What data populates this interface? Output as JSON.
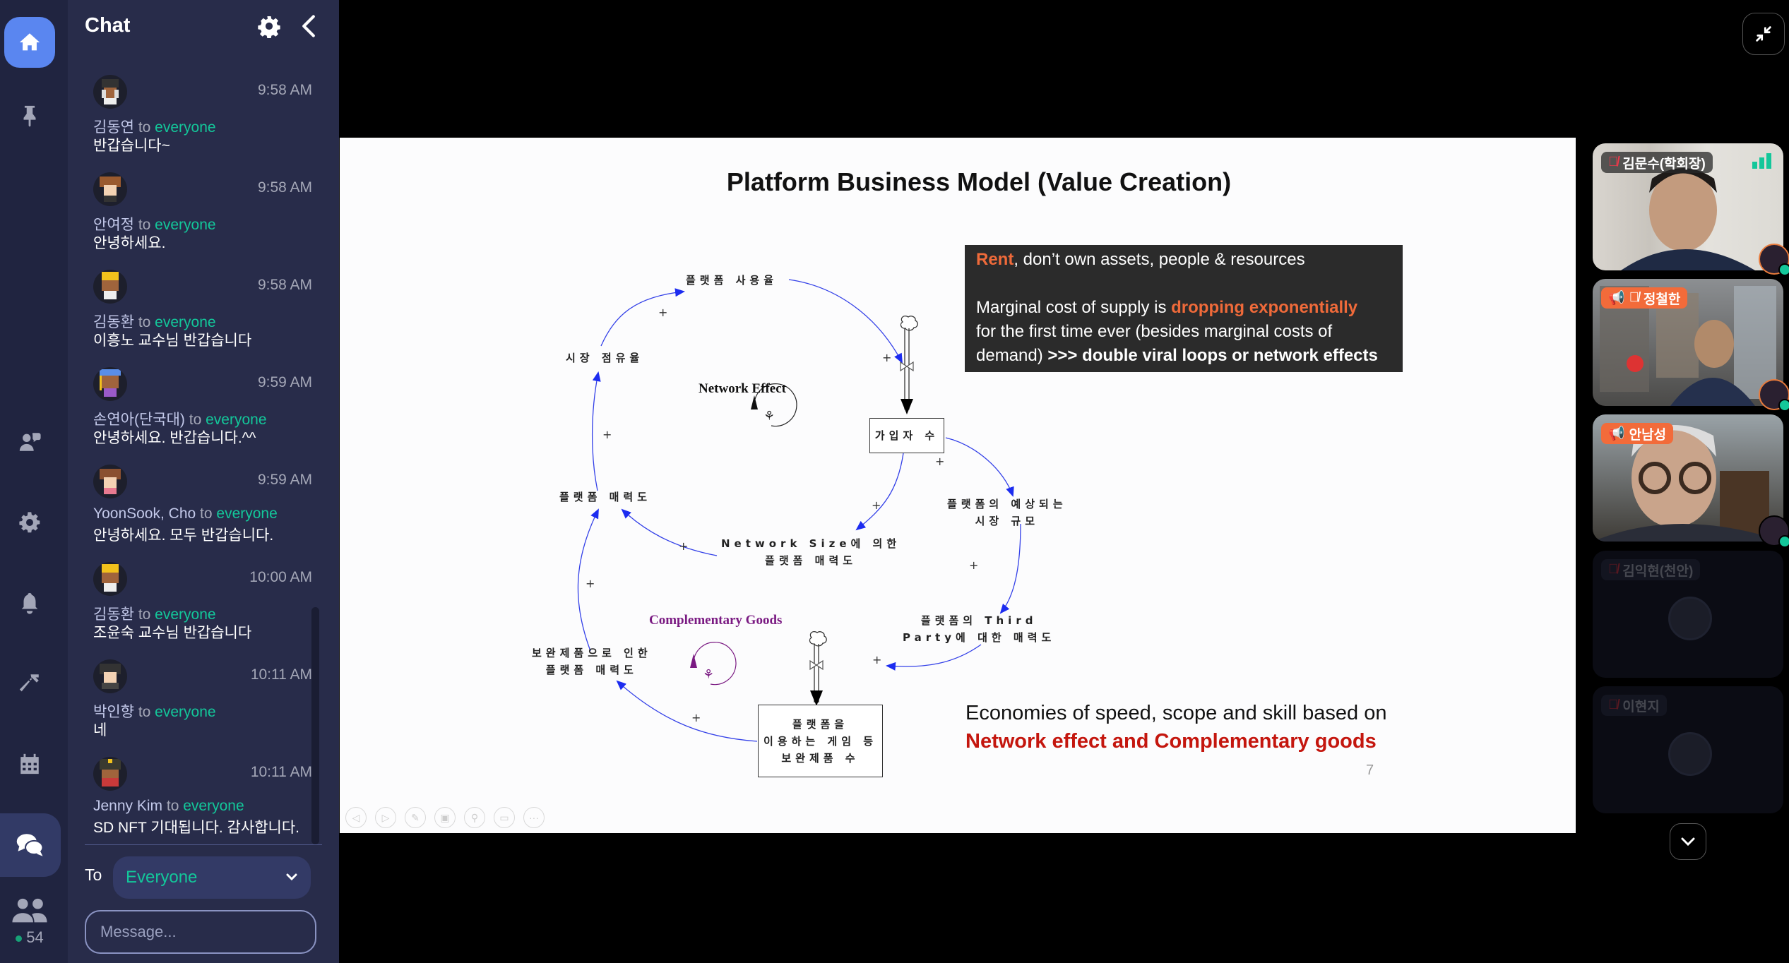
{
  "nav": {
    "items": [
      {
        "id": "home",
        "icon": "home-icon",
        "active": true
      },
      {
        "id": "pin",
        "icon": "pin-icon"
      },
      {
        "id": "people-chat",
        "icon": "users-chat-icon"
      },
      {
        "id": "settings",
        "icon": "gear-icon"
      },
      {
        "id": "notifications",
        "icon": "bell-icon"
      },
      {
        "id": "build",
        "icon": "hammer-icon"
      },
      {
        "id": "calendar",
        "icon": "calendar-icon"
      },
      {
        "id": "chat",
        "icon": "chat-bubbles-icon",
        "active": true
      }
    ],
    "members_count": "54"
  },
  "chat": {
    "title": "Chat",
    "messages": [
      {
        "sender": "김동연",
        "to": "to",
        "target": "everyone",
        "time": "9:58 AM",
        "text": "반갑습니다~"
      },
      {
        "sender": "안여정",
        "to": "to",
        "target": "everyone",
        "time": "9:58 AM",
        "text": "안녕하세요."
      },
      {
        "sender": "김동환",
        "to": "to",
        "target": "everyone",
        "time": "9:58 AM",
        "text": "이흥노 교수님 반갑습니다"
      },
      {
        "sender": "손연아(단국대)",
        "to": "to",
        "target": "everyone",
        "time": "9:59 AM",
        "text": "안녕하세요. 반갑습니다.^^"
      },
      {
        "sender": "YoonSook, Cho",
        "to": "to",
        "target": "everyone",
        "time": "9:59 AM",
        "text": "안녕하세요. 모두 반갑습니다."
      },
      {
        "sender": "김동환",
        "to": "to",
        "target": "everyone",
        "time": "10:00 AM",
        "text": "조윤숙 교수님 반갑습니다"
      },
      {
        "sender": "박인향",
        "to": "to",
        "target": "everyone",
        "time": "10:11 AM",
        "text": "네"
      },
      {
        "sender": "Jenny Kim",
        "to": "to",
        "target": "everyone",
        "time": "10:11 AM",
        "text": "SD NFT 기대됩니다. 감사합니다."
      }
    ],
    "to_label": "To",
    "recipient": "Everyone",
    "message_placeholder": "Message..."
  },
  "slide": {
    "title": "Platform Business Model (Value Creation)",
    "callout": {
      "line1_highlight": "Rent",
      "line1_rest": ", don’t own assets, people & resources",
      "line2_pre": "Marginal cost of supply is ",
      "line2_highlight": "dropping exponentially",
      "line3": "for the first time ever (besides marginal costs of",
      "line4_pre": "demand) ",
      "line4_bold": ">>> double viral loops or network effects"
    },
    "diagram": {
      "loop1_title": "Network Effect",
      "loop2_title": "Complementary Goods",
      "nodes": {
        "usage": "플랫폼 사용율",
        "share": "시장 점유율",
        "attract": "플랫폼 매력도",
        "subscribers": "가입자 수",
        "netsize_1": "Network Size에 의한",
        "netsize_2": "플랫폼 매력도",
        "expected_1": "플랫폼의 예상되는",
        "expected_2": "시장 규모",
        "third_1": "플랫폼의 Third",
        "third_2": "Party에 대한 매력도",
        "comp_attr_1": "보완제품으로 인한",
        "comp_attr_2": "플랫폼 매력도",
        "comp_count_1": "플랫폼을",
        "comp_count_2": "이용하는 게임 등",
        "comp_count_3": "보완제품 수"
      },
      "polarity": "+"
    },
    "footer_line1": "Economies of speed, scope and skill based on",
    "footer_line2": "Network effect and Complementary goods",
    "page_number": "7",
    "tools": [
      "prev-icon",
      "next-icon",
      "pen-icon",
      "layout-icon",
      "zoom-icon",
      "subtitle-icon",
      "more-icon"
    ]
  },
  "participants": [
    {
      "name": "김문수(학회장)",
      "muted": true,
      "speaker": false,
      "video": true,
      "signal": "strong"
    },
    {
      "name": "정철한",
      "muted": true,
      "speaker": true,
      "video": true
    },
    {
      "name": "안남성",
      "muted": false,
      "speaker": true,
      "video": true
    },
    {
      "name": "김익현(천안)",
      "muted": true,
      "speaker": false,
      "video": false
    },
    {
      "name": "이현지",
      "muted": true,
      "speaker": false,
      "video": false
    }
  ],
  "colors": {
    "accent_green": "#13c79a",
    "home_blue": "#5a86f0",
    "speaker_orange": "#f26b3a",
    "slide_highlight": "#ef6a3a",
    "slide_red": "#c4160e",
    "link_blue": "#1c2cf0"
  }
}
